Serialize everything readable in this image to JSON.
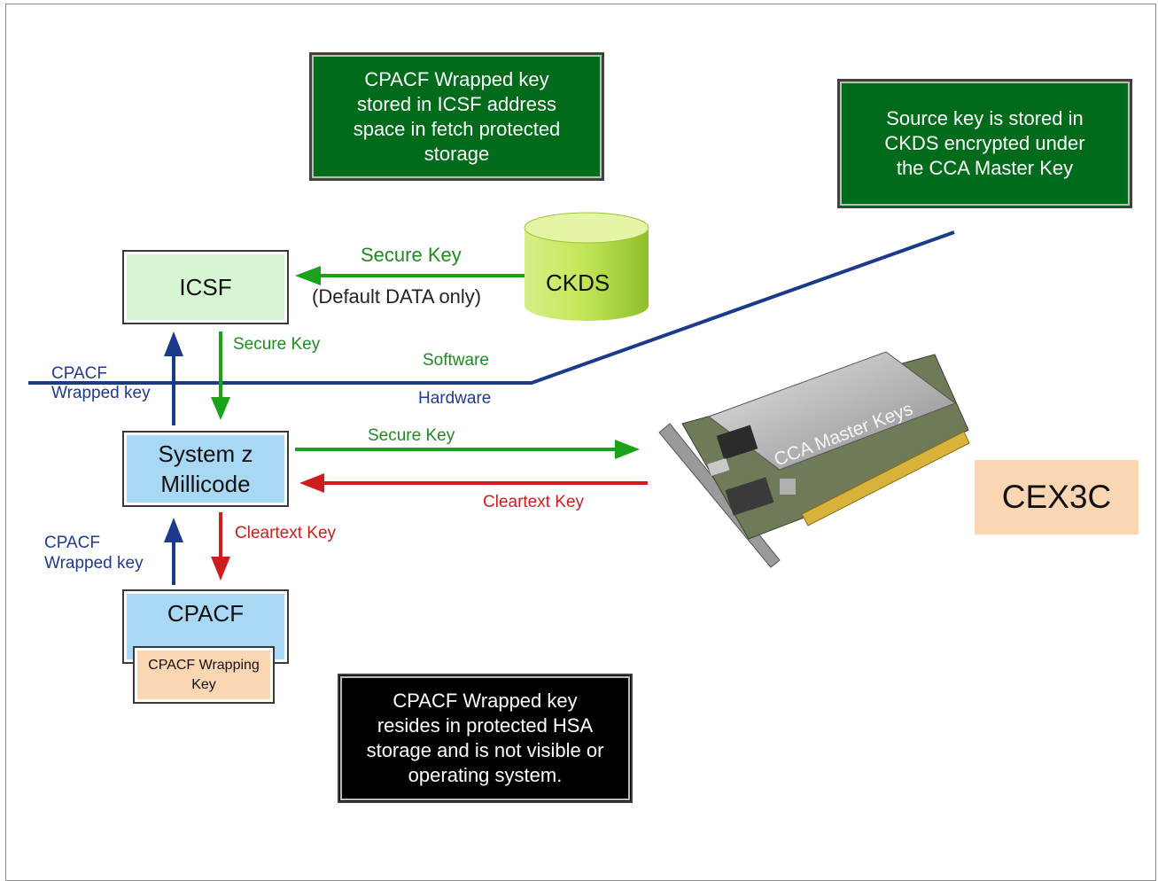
{
  "notes": {
    "icsf_storage": "CPACF Wrapped key\nstored in ICSF address\nspace in fetch protected\nstorage",
    "ckds_source": "Source key is stored in\nCKDS encrypted under\nthe CCA Master Key",
    "hsa_storage": "CPACF Wrapped key\nresides in protected HSA\nstorage and is not visible or\noperating system."
  },
  "nodes": {
    "icsf": "ICSF",
    "ckds": "CKDS",
    "millicode": "System z\nMillicode",
    "cpacf": "CPACF",
    "wrapping_key": "CPACF Wrapping\nKey",
    "cex3c": "CEX3C",
    "card_label": "CCA Master Keys"
  },
  "labels": {
    "ckds_to_icsf_top": "Secure Key",
    "ckds_to_icsf_bottom": "(Default DATA only)",
    "icsf_down": "Secure Key",
    "software": "Software",
    "hardware": "Hardware",
    "cpacf_wrapped_upper": "CPACF\nWrapped key",
    "secure_key_right": "Secure Key",
    "cleartext_left": "Cleartext Key",
    "cleartext_down": "Cleartext Key",
    "cpacf_wrapped_lower": "CPACF\nWrapped  key"
  },
  "colors": {
    "note_green": "#006b1a",
    "node_green": "#d6f5d2",
    "node_blue": "#a9d8f5",
    "node_peach": "#fbd6b3",
    "arrow_green": "#1aa21a",
    "arrow_blue": "#1c3a8c",
    "arrow_red": "#cc1e1e"
  }
}
